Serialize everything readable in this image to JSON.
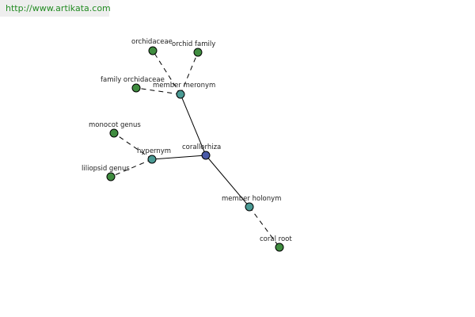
{
  "header": {
    "url": "http://www.artikata.com"
  },
  "colors": {
    "root": "#4a5aa8",
    "relation": "#4a9a94",
    "leaf": "#3f8c3f",
    "banner_text": "#228b22"
  },
  "graph": {
    "nodes": {
      "corallorhiza": "corallorhiza",
      "member_meronym": "member meronym",
      "hypernym": "hypernym",
      "member_holonym": "member holonym",
      "orchidaceae": "orchidaceae",
      "orchid_family": "orchid family",
      "family_orchidaceae": "family orchidaceae",
      "monocot_genus": "monocot genus",
      "liliopsid_genus": "liliopsid genus",
      "coral_root": "coral root"
    }
  }
}
